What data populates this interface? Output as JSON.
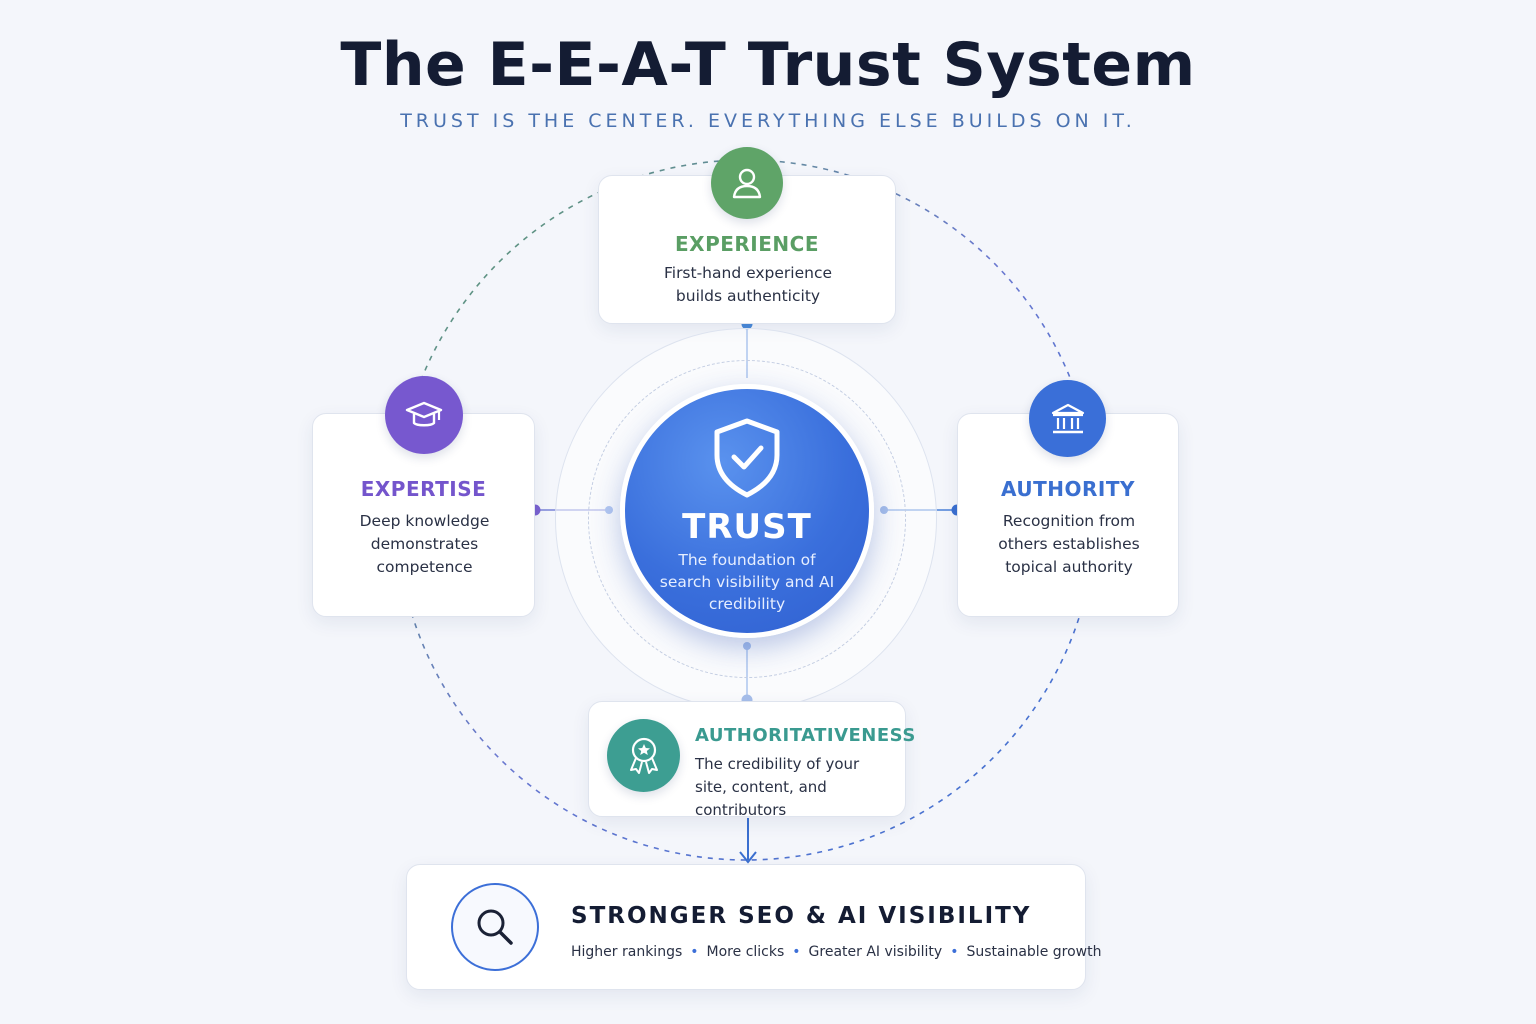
{
  "header": {
    "title": "The E-E-A-T Trust System",
    "subtitle": "TRUST IS THE CENTER. EVERYTHING ELSE BUILDS ON IT."
  },
  "center": {
    "title": "TRUST",
    "description": "The foundation of search visibility and AI credibility",
    "icon": "shield-check-icon",
    "color": "#3a6fdc"
  },
  "nodes": {
    "experience": {
      "title": "EXPERIENCE",
      "description": "First-hand experience builds authenticity",
      "icon": "person-icon",
      "color": "#5a9e64"
    },
    "expertise": {
      "title": "EXPERTISE",
      "description": "Deep knowledge demonstrates competence",
      "icon": "graduation-cap-icon",
      "color": "#7455cc"
    },
    "authority": {
      "title": "AUTHORITY",
      "description": "Recognition from others establishes topical authority",
      "icon": "institution-icon",
      "color": "#3a6fd0"
    },
    "authoritativeness": {
      "title": "AUTHORITATIVENESS",
      "description": "The credibility of your site, content, and contributors",
      "icon": "award-ribbon-icon",
      "color": "#3a9a90"
    }
  },
  "outcome": {
    "title": "STRONGER SEO & AI VISIBILITY",
    "icon": "search-icon",
    "items": [
      "Higher rankings",
      "More clicks",
      "Greater AI visibility",
      "Sustainable growth"
    ]
  }
}
